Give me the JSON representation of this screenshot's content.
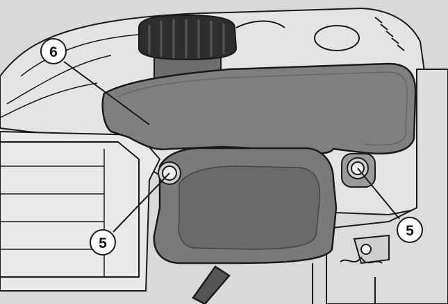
{
  "callouts": [
    {
      "id": "fuel-tank-callout",
      "label": "6"
    },
    {
      "id": "left-bolt-callout",
      "label": "5"
    },
    {
      "id": "right-bolt-callout",
      "label": "5"
    }
  ],
  "colors": {
    "background": "#d9d9d9",
    "line": "#1a1a1a",
    "tank": "#7f7f7f",
    "tank_dark": "#6a6a6a",
    "cap": "#2e2e2e",
    "engine_light": "#e6e6e6",
    "callout_fill": "#ffffff"
  }
}
